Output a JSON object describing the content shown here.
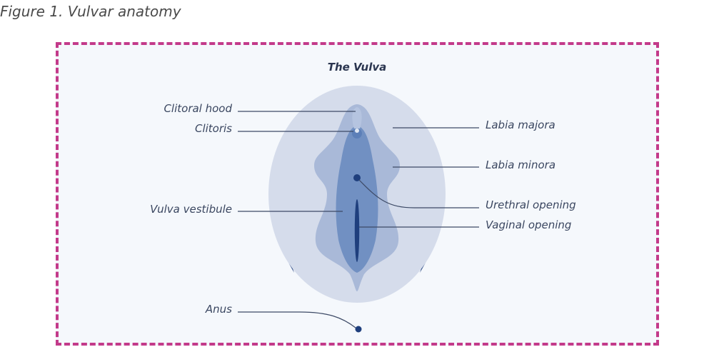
{
  "caption": "Figure 1. Vulvar anatomy",
  "diagram": {
    "title": "The Vulva",
    "labels": {
      "clitoral_hood": "Clitoral hood",
      "clitoris": "Clitoris",
      "vulva_vestibule": "Vulva vestibule",
      "anus": "Anus",
      "labia_majora": "Labia majora",
      "labia_minora": "Labia minora",
      "urethral_opening": "Urethral opening",
      "vaginal_opening": "Vaginal opening"
    },
    "colors": {
      "frame_border": "#c33a8a",
      "outer_oval": "#d5dceb",
      "labia_minora": "#a9b9d8",
      "vestibule": "#7190c2",
      "dark_blue": "#1f3f7d",
      "label_text": "#3a4660"
    }
  }
}
